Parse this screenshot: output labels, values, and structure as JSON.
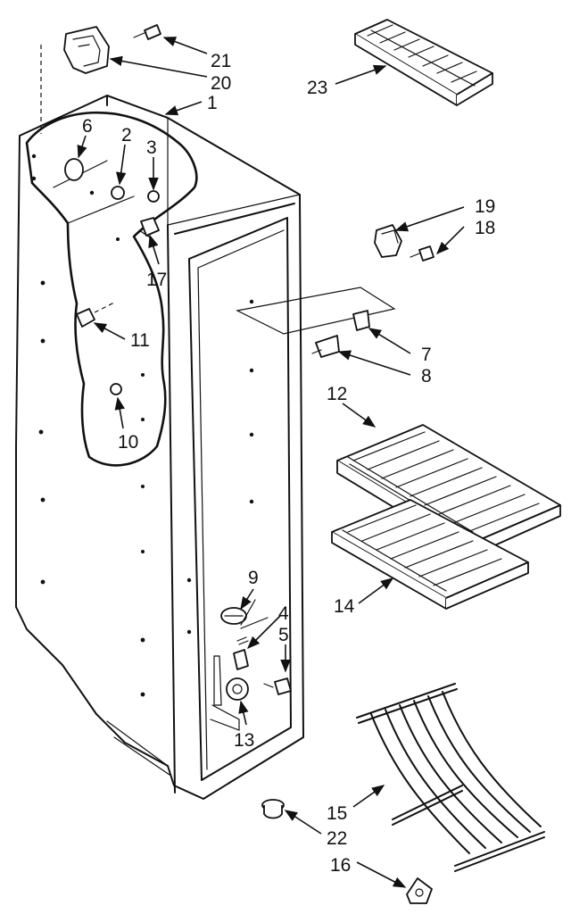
{
  "callouts": [
    {
      "id": "c21",
      "text": "21"
    },
    {
      "id": "c20",
      "text": "20"
    },
    {
      "id": "c1",
      "text": "1"
    },
    {
      "id": "c23",
      "text": "23"
    },
    {
      "id": "c6",
      "text": "6"
    },
    {
      "id": "c2",
      "text": "2"
    },
    {
      "id": "c3",
      "text": "3"
    },
    {
      "id": "c19",
      "text": "19"
    },
    {
      "id": "c18",
      "text": "18"
    },
    {
      "id": "c17",
      "text": "17"
    },
    {
      "id": "c11",
      "text": "11"
    },
    {
      "id": "c7",
      "text": "7"
    },
    {
      "id": "c8",
      "text": "8"
    },
    {
      "id": "c12",
      "text": "12"
    },
    {
      "id": "c10",
      "text": "10"
    },
    {
      "id": "c14",
      "text": "14"
    },
    {
      "id": "c9",
      "text": "9"
    },
    {
      "id": "c4",
      "text": "4"
    },
    {
      "id": "c5",
      "text": "5"
    },
    {
      "id": "c13",
      "text": "13"
    },
    {
      "id": "c15",
      "text": "15"
    },
    {
      "id": "c22",
      "text": "22"
    },
    {
      "id": "c16",
      "text": "16"
    }
  ]
}
